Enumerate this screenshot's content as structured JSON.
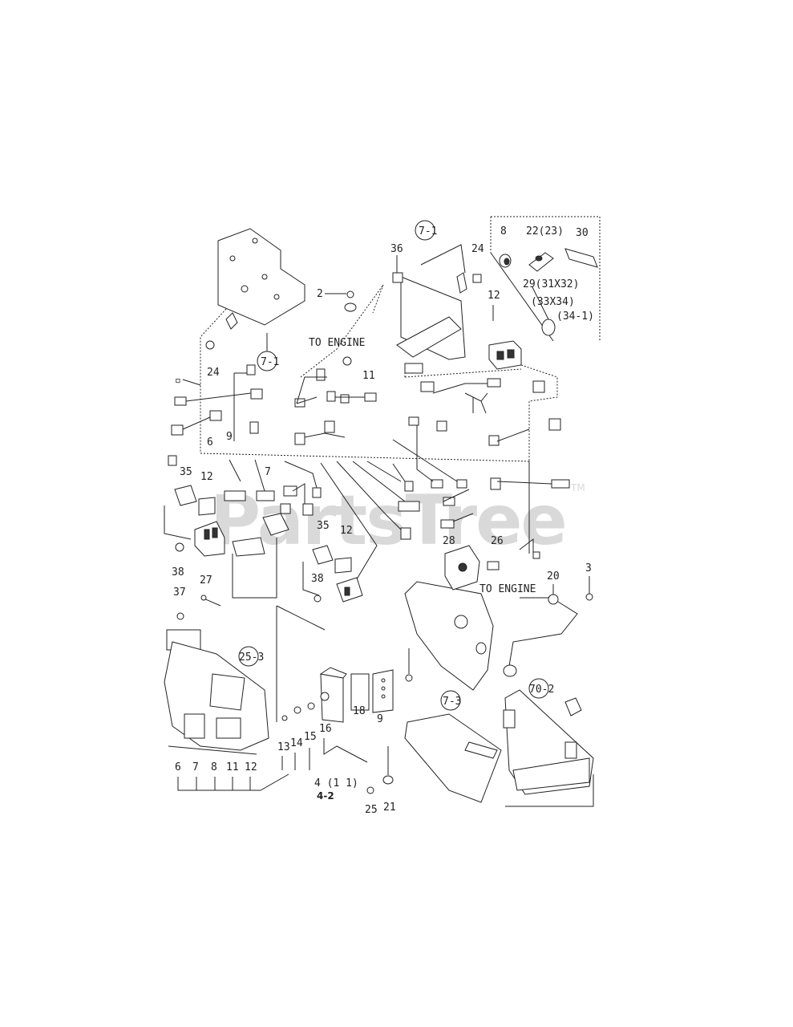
{
  "watermark": {
    "text": "PartsTree",
    "tm": "TM"
  },
  "labels": {
    "ref_7_1_top": "7-1",
    "ref_7_1_left": "7-1",
    "ref_25_3": "25-3",
    "ref_7_3": "7-3",
    "ref_70_2": "70-2",
    "to_engine_1": "TO ENGINE",
    "to_engine_2": "TO ENGINE",
    "p36": "36",
    "p24_top": "24",
    "p24_left": "24",
    "p2": "2",
    "p11": "11",
    "p6_left": "6",
    "p35_left": "35",
    "p12_left": "12",
    "p7_mid": "7",
    "p35_mid": "35",
    "p12_mid": "12",
    "p38_left": "38",
    "p38_mid": "38",
    "p27": "27",
    "p37": "37",
    "p28": "28",
    "p26": "26",
    "p20": "20",
    "p3": "3",
    "p12_right": "12",
    "p18": "18",
    "p9_mid": "9",
    "p13": "13",
    "p14": "14",
    "p15": "15",
    "p16": "16",
    "p4_11": "4 (1 1)",
    "p4_2": "4-2",
    "p25": "25",
    "p21": "21",
    "b6": "6",
    "b7": "7",
    "b8": "8",
    "b11": "11",
    "b12": "12",
    "inset_8": "8",
    "inset_22": "22(23)",
    "inset_30": "30",
    "inset_29": "29(31X32)",
    "inset_33": "(33X34)",
    "inset_34": "(34-1)"
  }
}
